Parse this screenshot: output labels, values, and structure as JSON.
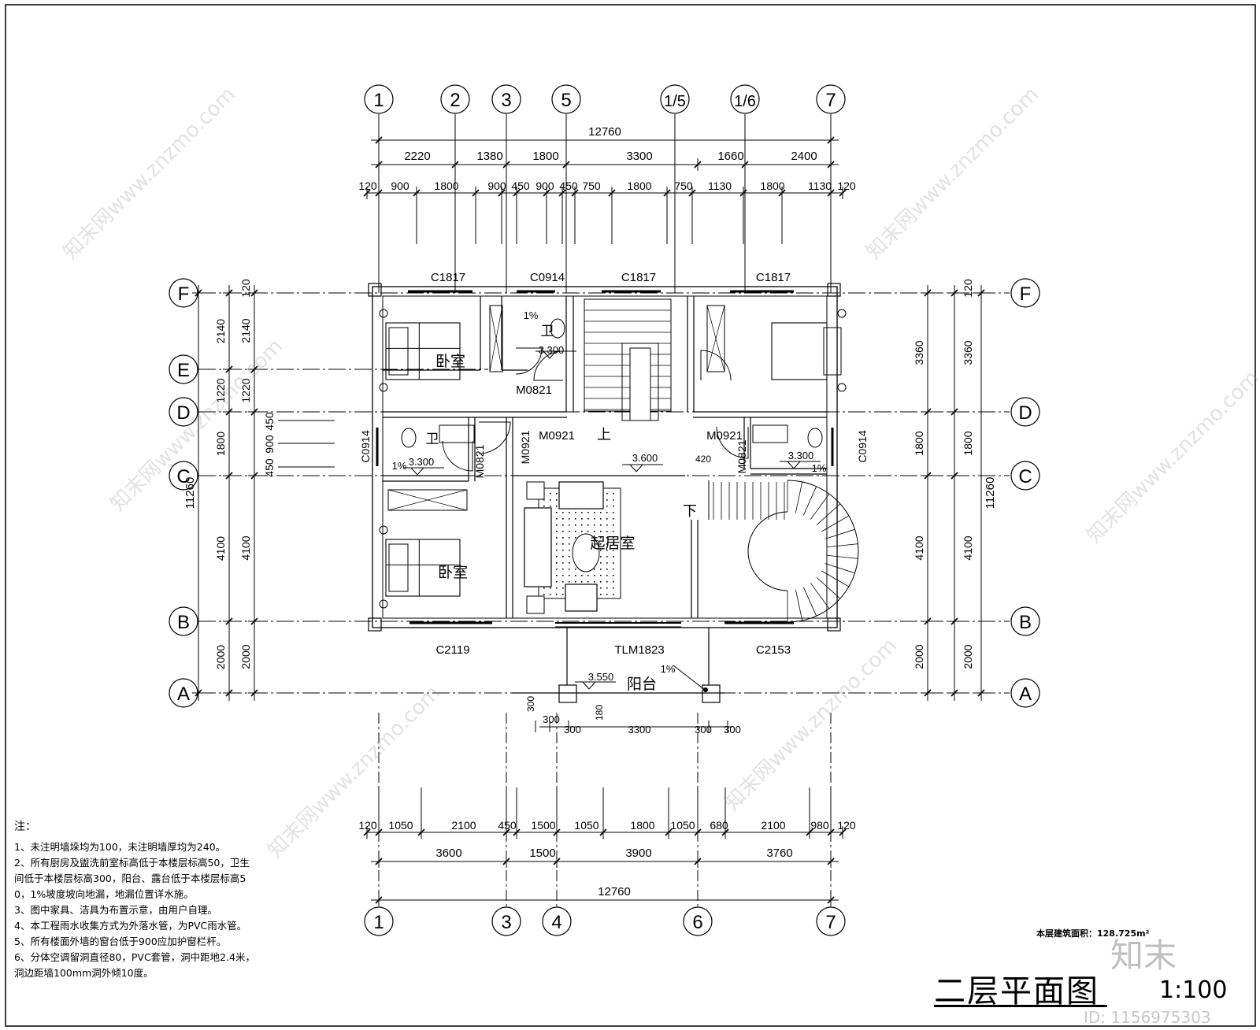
{
  "axes_top": [
    "1",
    "2",
    "3",
    "5",
    "1/5",
    "1/6",
    "7"
  ],
  "axes_bottom": [
    "1",
    "3",
    "4",
    "6",
    "7"
  ],
  "axes_side": [
    "F",
    "E",
    "D",
    "C",
    "B",
    "A"
  ],
  "dims_top_total": "12760",
  "dims_top_row1": [
    "2220",
    "1380",
    "1800",
    "3300",
    "1660",
    "2400"
  ],
  "dims_top_row2": [
    "120",
    "900",
    "1800",
    "900",
    "450",
    "900",
    "450",
    "750",
    "1800",
    "750",
    "1130",
    "1800",
    "1130",
    "120"
  ],
  "dims_bottom_row1": [
    "120",
    "1050",
    "2100",
    "450",
    "1500",
    "1050",
    "1800",
    "1050",
    "680",
    "2100",
    "980",
    "120"
  ],
  "dims_bottom_row2": [
    "3600",
    "1500",
    "3900",
    "3760"
  ],
  "dims_bottom_total": "12760",
  "dims_left_outer": [
    "2140",
    "1220",
    "1800",
    "4100",
    "2000"
  ],
  "dims_left_inner": [
    "120",
    "2140",
    "1220",
    "450",
    "900",
    "450",
    "4100",
    "2000"
  ],
  "dims_left_total": "11260",
  "dims_right_outer": [
    "3360",
    "1800",
    "4100",
    "2000"
  ],
  "dims_right_inner": [
    "120",
    "3360",
    "1800",
    "4100",
    "2000"
  ],
  "dims_right_total": "11260",
  "balcony_dims": [
    "300",
    "300",
    "3300",
    "300",
    "300",
    "300",
    "180"
  ],
  "windows": [
    "C1817",
    "C0914",
    "C1817",
    "C1817",
    "C0914",
    "C0914",
    "C2119",
    "C2153"
  ],
  "doors": [
    "M0821",
    "M0921",
    "M0921",
    "M0921",
    "M0821",
    "M0821",
    "TLM1823"
  ],
  "rooms": [
    "卧室",
    "卧室",
    "起居室",
    "阳台",
    "卫",
    "卫"
  ],
  "elevations": [
    "3.300",
    "3.300",
    "3.300",
    "3.600",
    "3.550"
  ],
  "slopes": [
    "1%",
    "1%",
    "1%",
    "1%"
  ],
  "stair_marks": [
    "上",
    "下"
  ],
  "stair_width": "420",
  "notes_header": "注：",
  "notes": [
    "1、未注明墙垛均为100，未注明墙厚均为240。",
    "2、所有厨房及盥洗前室标高低于本楼层标高50，卫生",
    "间低于本楼层标高300，阳台、露台低于本楼层标高5",
    "0，1%坡度坡向地漏，地漏位置详水施。",
    "3、图中家具、洁具为布置示意，由用户自理。",
    "4、本工程雨水收集方式为外落水管，为PVC雨水管。",
    "5、所有楼面外墙的窗台低于900应加护窗栏杆。",
    "6、分体空调留洞直径80，PVC套管，洞中距地2.4米，",
    "洞边距墙100mm洞外倾10度。"
  ],
  "floor_area": "本层建筑面积：128.725m²",
  "drawing_title": "二层平面图",
  "scale": "1:100",
  "logo": "知末",
  "image_id": "ID: 1156975303",
  "watermark": "知末网www.znzmo.com"
}
